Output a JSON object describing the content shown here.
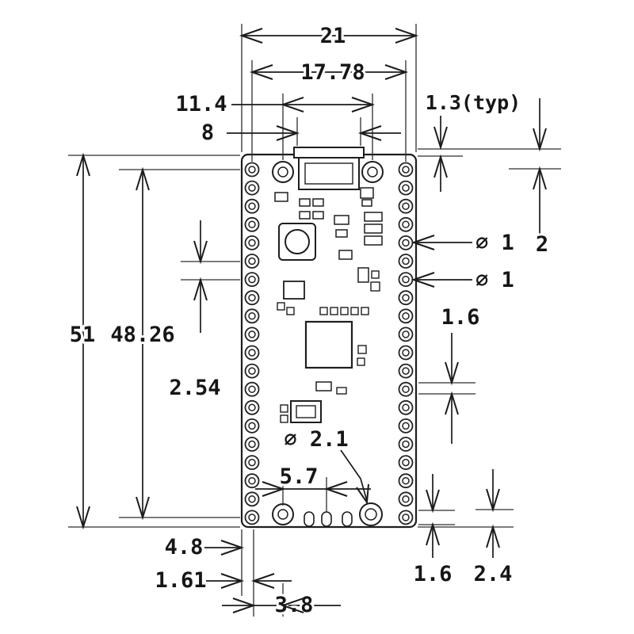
{
  "drawing": {
    "colors": {
      "background": "#ffffff",
      "line": "#1b1b1b"
    },
    "labels": {
      "overall_width": "21",
      "pin_row_span": "17.78",
      "mount_hole_span": "11.4",
      "usb_width": "8",
      "pin_edge_offset": "1.3(typ)",
      "edge_to_pin": "2",
      "overall_length": "51",
      "pin_col_span": "48.26",
      "pin_pitch": "2.54",
      "hole_dia_a": "⌀ 1",
      "hole_dia_b": "⌀ 1",
      "pad_len_right": "1.6",
      "mount_hole_dia": "⌀ 2.1",
      "hole_to_pad": "5.7",
      "edge_to_hole": "4.8",
      "edge_to_pin_col": "1.61",
      "pin_col_to_hole": "3.8",
      "pad_width_bottom": "1.6",
      "castellation_len": "2.4"
    }
  }
}
